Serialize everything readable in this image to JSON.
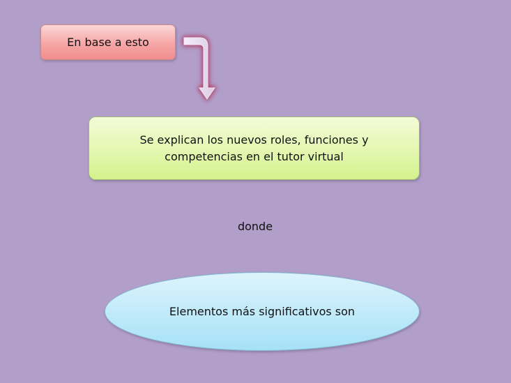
{
  "nodes": {
    "start_text": "En base a esto",
    "middle_text": "Se explican los nuevos roles, funciones y competencias en el tutor virtual",
    "connector_text": "donde",
    "end_text": "Elementos más significativos son"
  },
  "colors": {
    "background": "#b19fc9",
    "start_fill": "#f7a6a6",
    "middle_fill": "#e3f7b0",
    "end_fill": "#bfeafa",
    "arrow_fill": "#e9def0",
    "arrow_glow": "#b0385f"
  },
  "icons": {
    "connector": "bent-arrow-down-icon"
  }
}
